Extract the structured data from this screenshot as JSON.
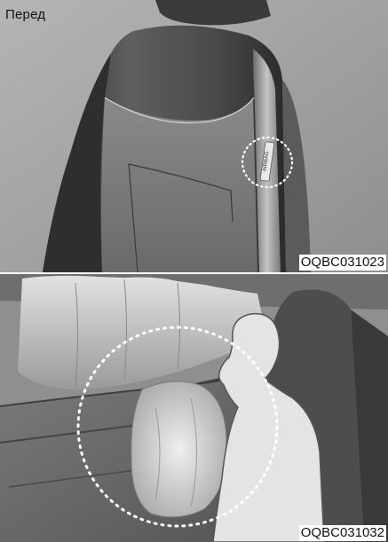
{
  "top_panel": {
    "label": "Перед",
    "tag_text": "AIRBAG",
    "code": "OQBC031023"
  },
  "bottom_panel": {
    "code": "OQBC031032"
  },
  "colors": {
    "seat_dark": "#3f3f3f",
    "seat_mid": "#7a7a7a",
    "seat_light": "#c9c9c9",
    "airbag": "#d6d6d6",
    "highlight_circle": "#ffffff"
  }
}
